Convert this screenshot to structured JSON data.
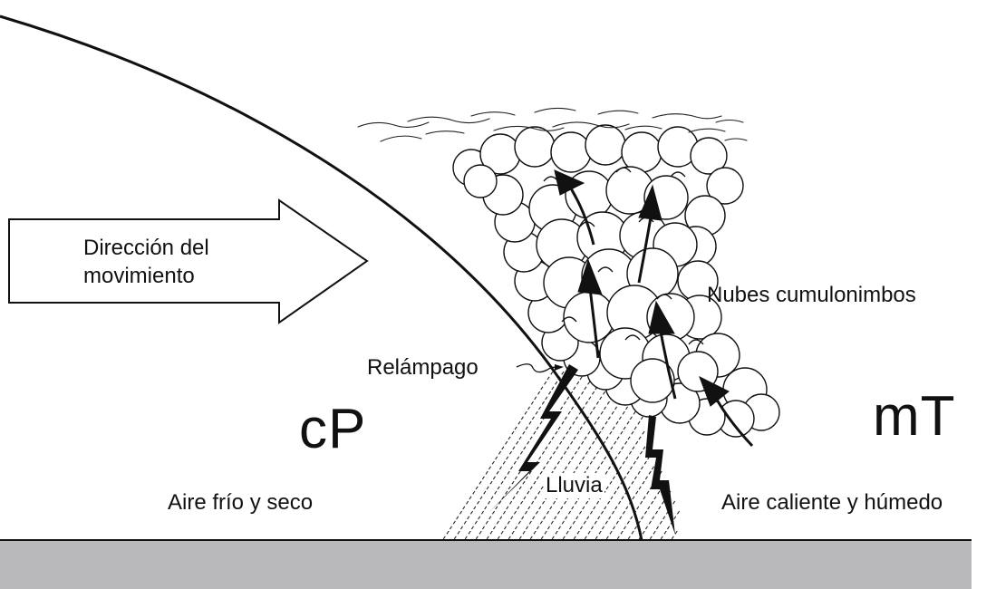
{
  "labels": {
    "direction_line1": "Dirección del",
    "direction_line2": "movimiento",
    "clouds": "Nubes cumulonimbos",
    "lightning": "Relámpago",
    "cold_air_mass": "cP",
    "warm_air_mass": "mT",
    "rain": "Lluvia",
    "cold_air": "Aire frío y seco",
    "warm_air": "Aire caliente y húmedo"
  },
  "colors": {
    "ground": "#b9b9bb",
    "ink": "#111111",
    "background": "#ffffff"
  }
}
